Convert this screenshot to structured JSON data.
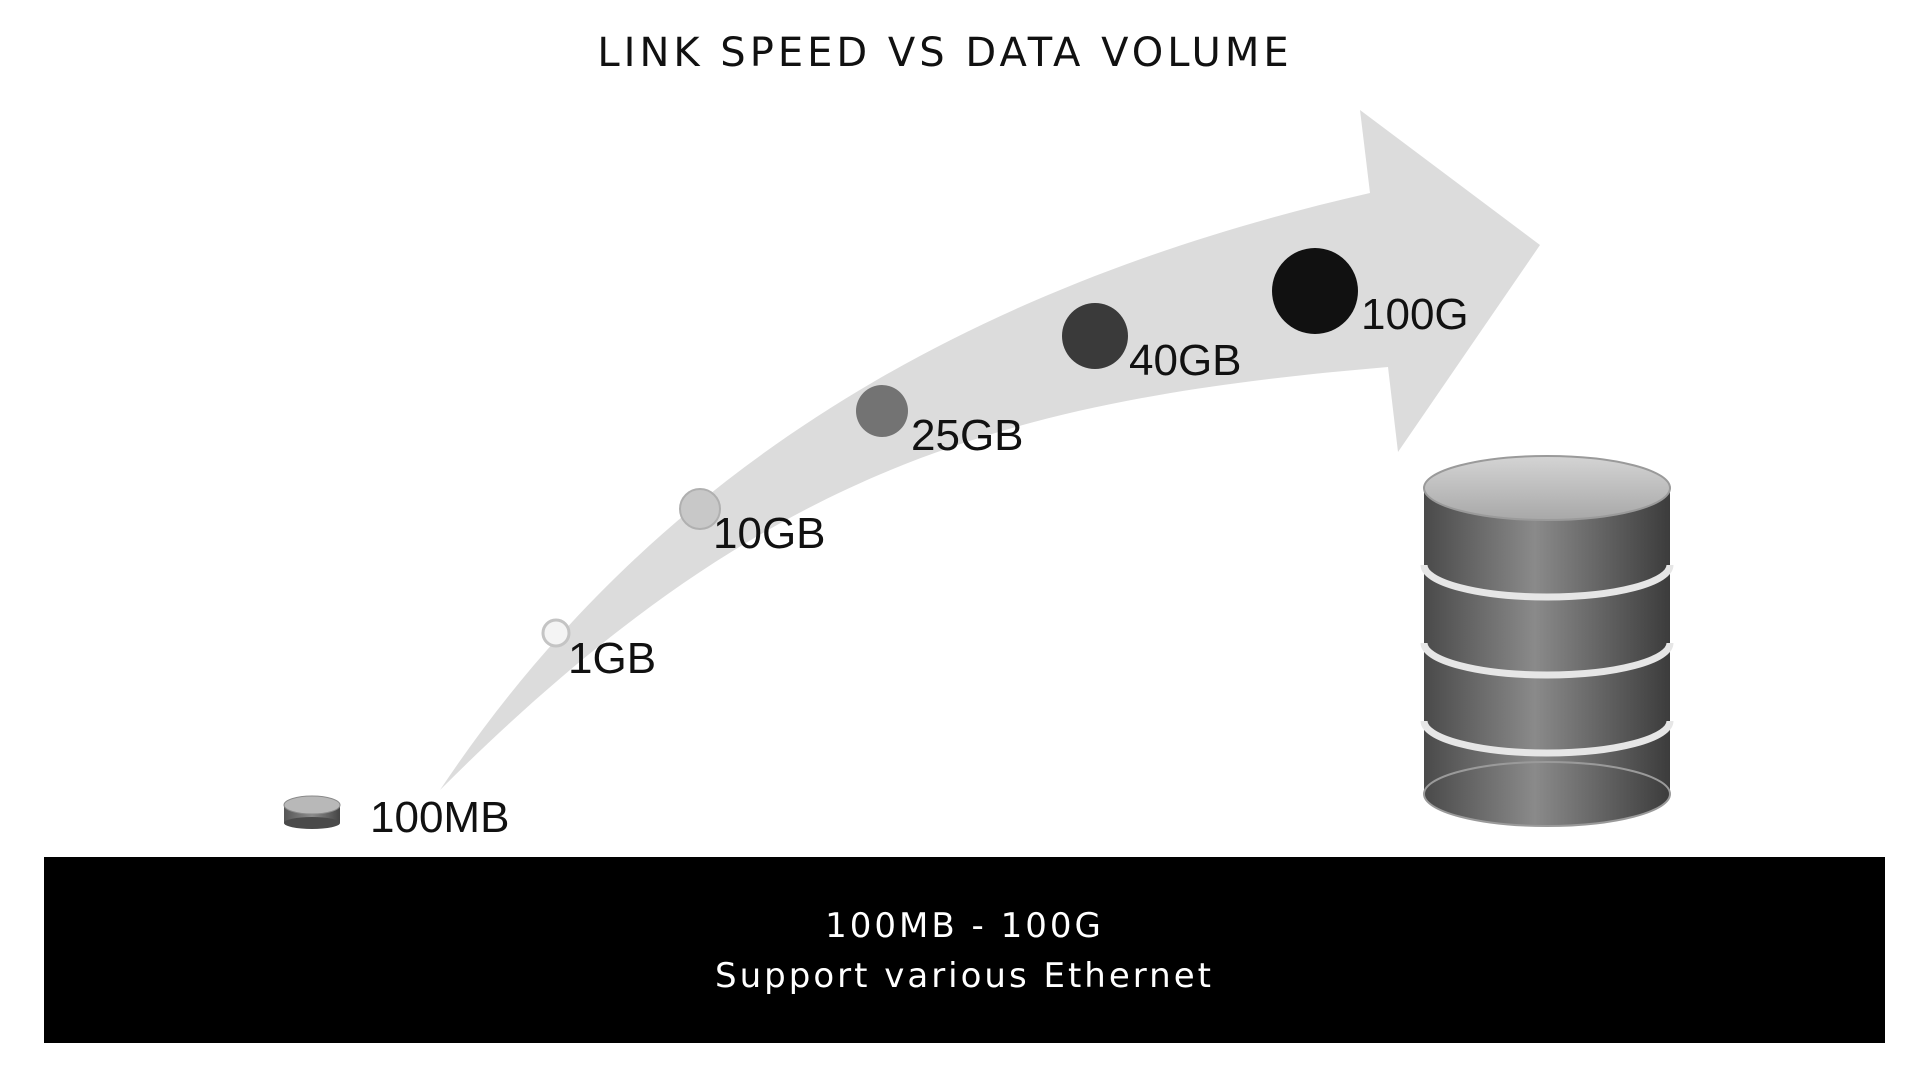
{
  "title": "LINK SPEED VS DATA VOLUME",
  "tiers": [
    {
      "label": "100MB",
      "icon": "small-disk-icon"
    },
    {
      "label": "1GB",
      "icon": "node-circle-icon",
      "shade": "#f4f4f4"
    },
    {
      "label": "10GB",
      "icon": "node-circle-icon",
      "shade": "#c8c8c8"
    },
    {
      "label": "25GB",
      "icon": "node-circle-icon",
      "shade": "#737373"
    },
    {
      "label": "40GB",
      "icon": "node-circle-icon",
      "shade": "#3a3a3a"
    },
    {
      "label": "100G",
      "icon": "node-circle-icon",
      "shade": "#111111"
    }
  ],
  "storage_icon": "database-cylinder-icon",
  "arrow_icon": "growth-arrow-icon",
  "footer": {
    "line1": "100MB - 100G",
    "line2": "Support various Ethernet"
  },
  "colors": {
    "arrow": "#dcdcdc",
    "band": "#000000",
    "band_text": "#ffffff"
  }
}
